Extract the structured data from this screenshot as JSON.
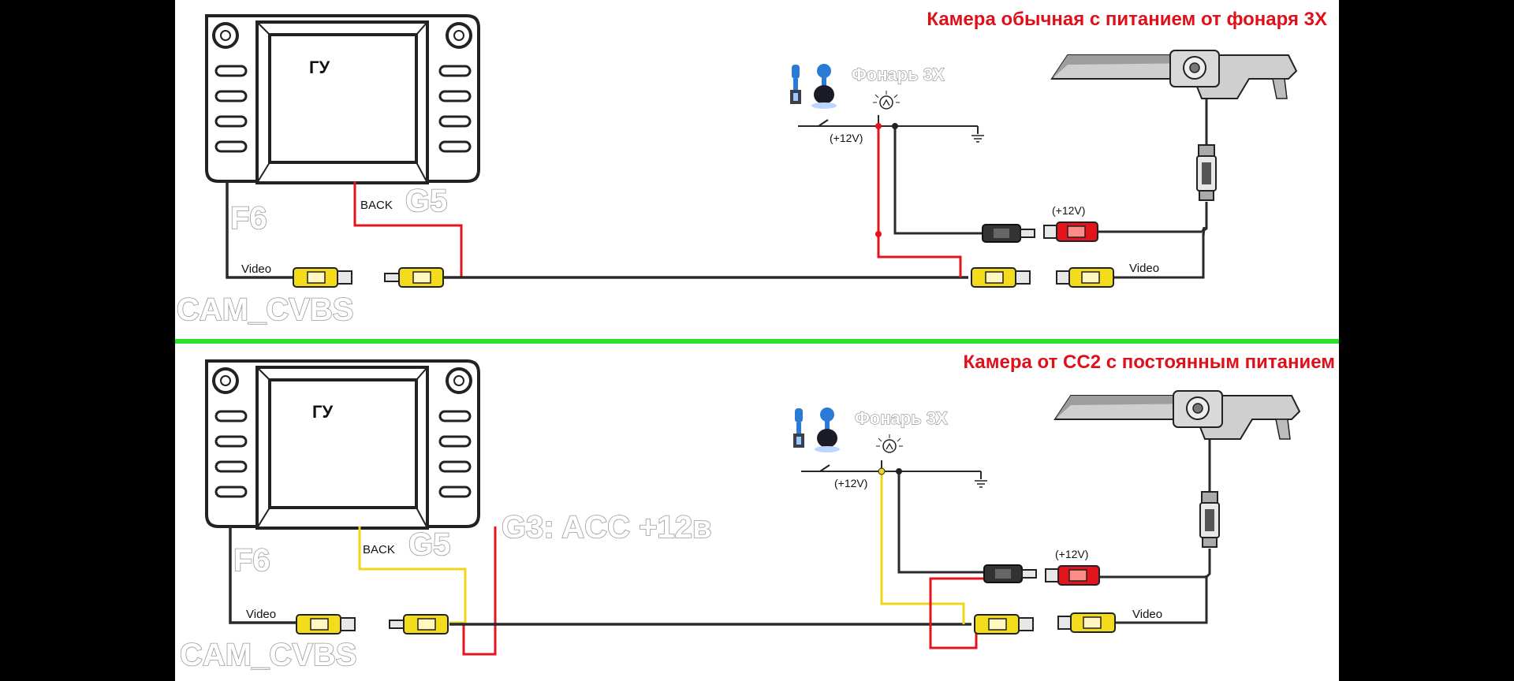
{
  "colors": {
    "red_wire": "#e3141c",
    "yellow_wire": "#f1d41c",
    "black_wire": "#2a2a2a",
    "divider": "#2ee02e",
    "title": "#e0101a"
  },
  "top": {
    "title": "Камера обычная с питанием от фонаря 3Х",
    "head_unit": "ГУ",
    "back": "BACK",
    "g5": "G5",
    "f6": "F6",
    "video_left": "Video",
    "cam_cvbs": "CAM_CVBS",
    "lamp": "Фонарь 3Х",
    "plus12_lamp": "(+12V)",
    "plus12_cam": "(+12V)",
    "video_right": "Video"
  },
  "bottom": {
    "title": "Камера от СС2 с постоянным питанием",
    "head_unit": "ГУ",
    "back": "BACK",
    "g5": "G5",
    "g3": "G3: ACC +12в",
    "f6": "F6",
    "video_left": "Video",
    "cam_cvbs": "CAM_CVBS",
    "lamp": "Фонарь 3Х",
    "plus12_lamp": "(+12V)",
    "plus12_cam": "(+12V)",
    "video_right": "Video"
  },
  "icons": [
    "head-unit-icon",
    "camera-icon",
    "gear-shifter-icon",
    "lamp-icon",
    "ground-icon",
    "rca-connector-icon",
    "switch-icon"
  ]
}
